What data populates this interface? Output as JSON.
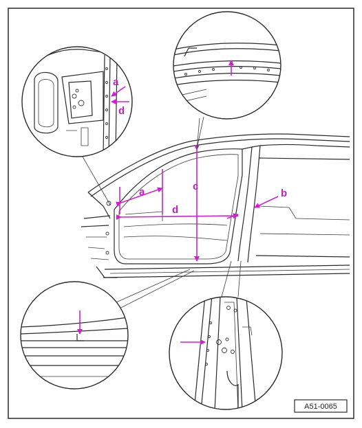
{
  "figure": {
    "reference_code": "A51-0065",
    "labels": {
      "a_detail": "a",
      "d_detail": "d",
      "a_main": "a",
      "b_main": "b",
      "c_main": "c",
      "d_main": "d"
    },
    "colors": {
      "line": "#2a2a2a",
      "dimension": "#d21fd2",
      "background": "#ffffff"
    }
  }
}
